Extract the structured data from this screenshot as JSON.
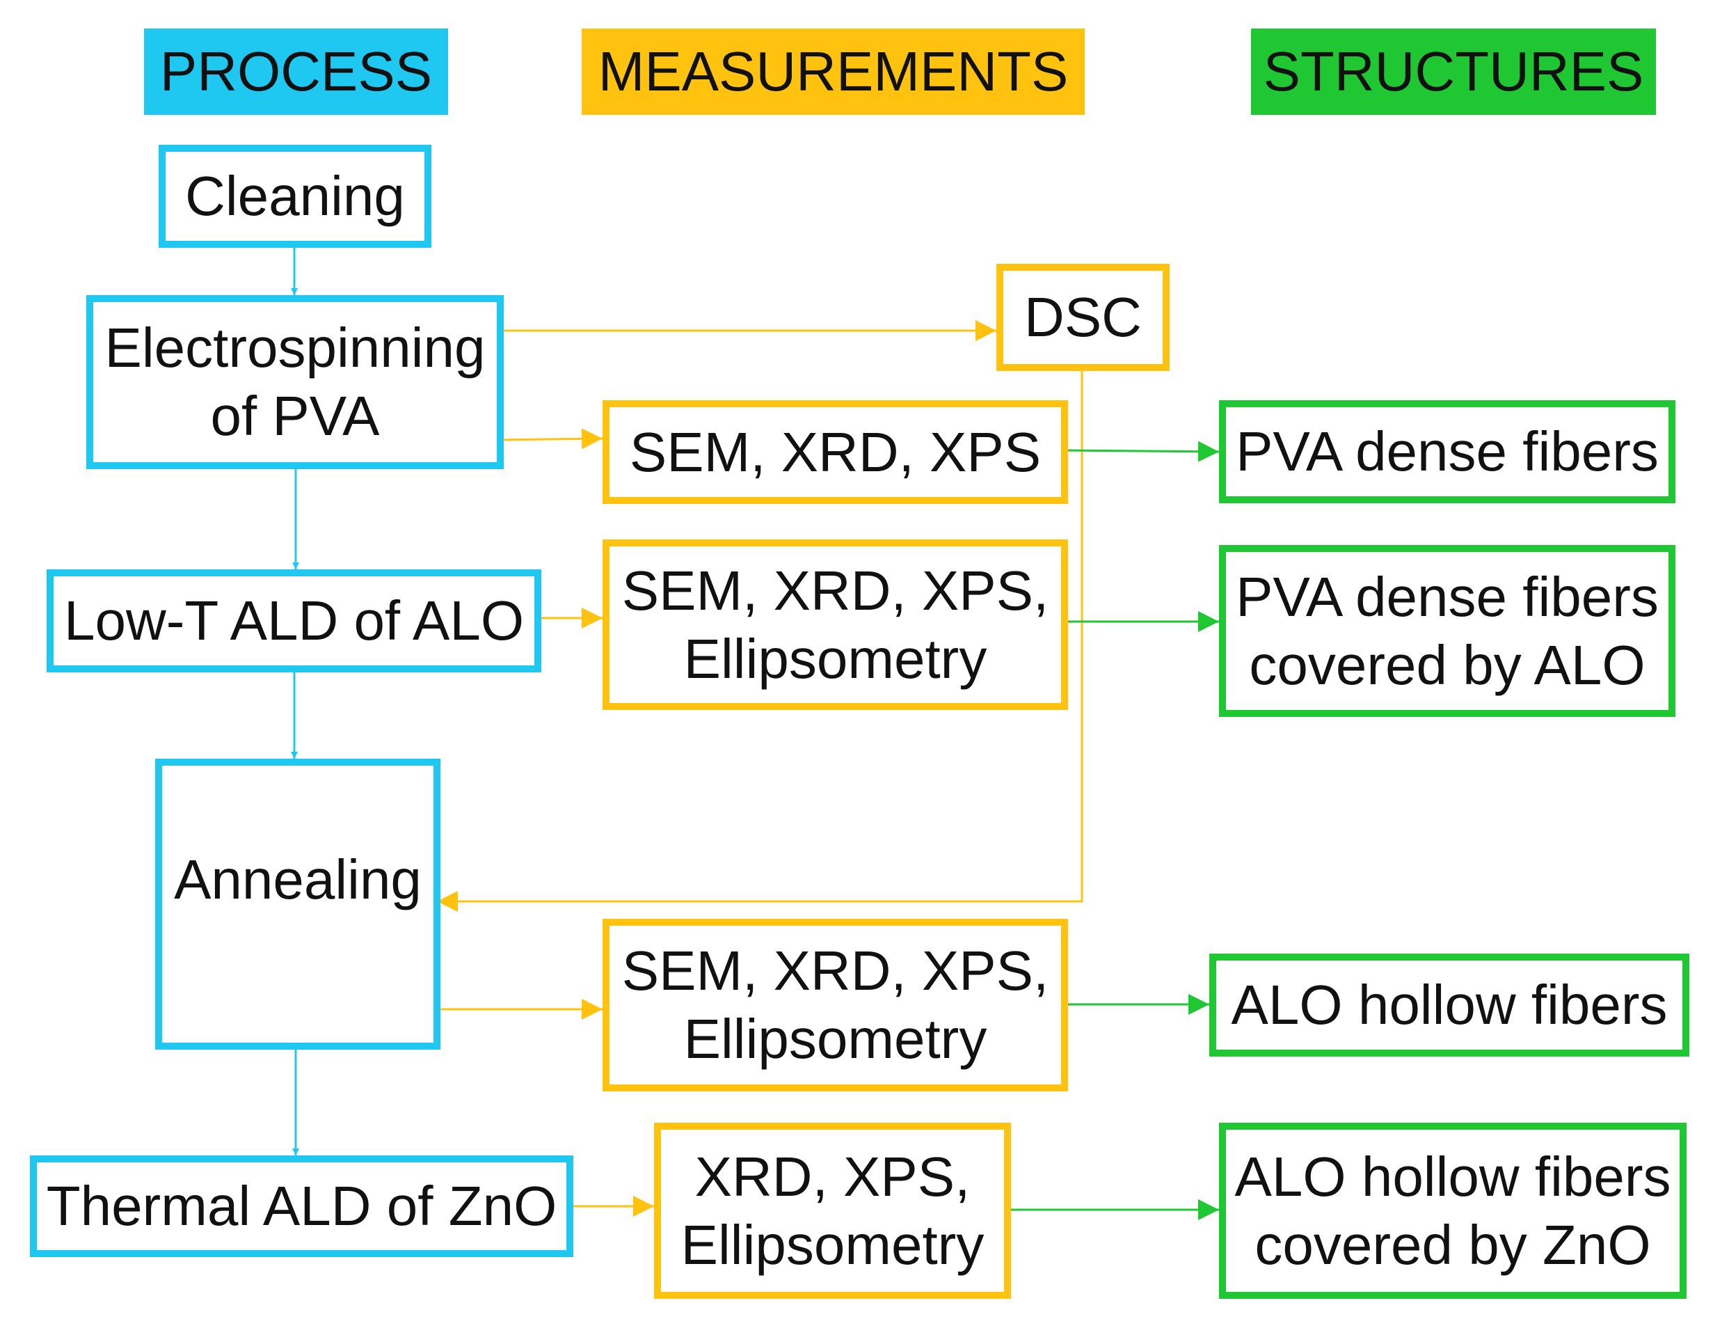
{
  "colors": {
    "process": "#1ec8f0",
    "measurement": "#ffc20e",
    "structure": "#1fc733"
  },
  "headers": {
    "process": "PROCESS",
    "measurements": "MEASUREMENTS",
    "structures": "STRUCTURES"
  },
  "process": {
    "cleaning": "Cleaning",
    "electrospinning": [
      "Electrospinning",
      "of PVA"
    ],
    "low_t_ald": "Low-T ALD of ALO",
    "annealing": "Annealing",
    "thermal_ald": "Thermal ALD of ZnO"
  },
  "measurements": {
    "dsc": "DSC",
    "m1": "SEM, XRD, XPS",
    "m2": [
      "SEM, XRD, XPS,",
      "Ellipsometry"
    ],
    "m3": [
      "SEM, XRD, XPS,",
      "Ellipsometry"
    ],
    "m4": [
      "XRD, XPS,",
      "Ellipsometry"
    ]
  },
  "structures": {
    "s1": "PVA dense fibers",
    "s2": [
      "PVA dense fibers",
      "covered by ALO"
    ],
    "s3": "ALO hollow fibers",
    "s4": [
      "ALO hollow fibers",
      "covered by ZnO"
    ]
  }
}
